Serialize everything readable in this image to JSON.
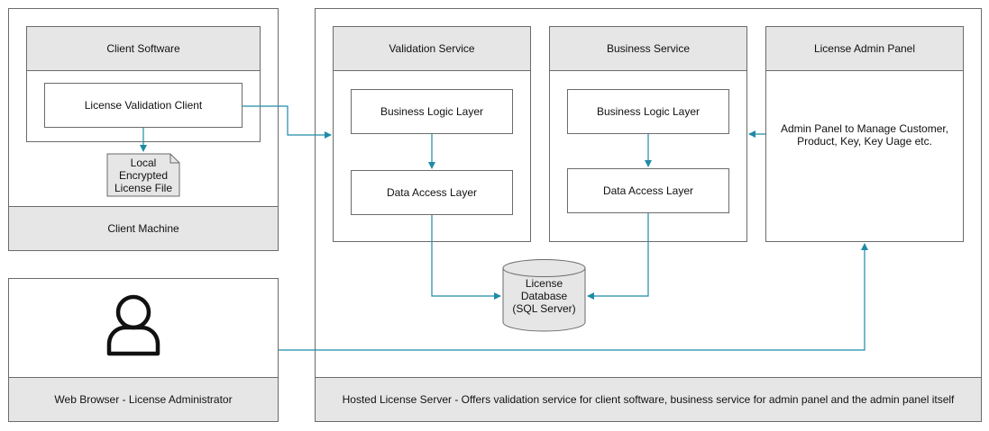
{
  "client_machine": {
    "label": "Client Machine",
    "client_software": {
      "title": "Client Software",
      "component": "License Validation Client"
    },
    "local_file": "Local Encrypted License File"
  },
  "web_browser": {
    "label": "Web Browser - License Administrator",
    "icon": "user-icon"
  },
  "server": {
    "label": "Hosted License Server - Offers validation service for client software, business service for admin panel and the admin panel itself",
    "validation_service": {
      "title": "Validation Service",
      "business_logic": "Business Logic Layer",
      "data_access": "Data Access Layer"
    },
    "business_service": {
      "title": "Business Service",
      "business_logic": "Business Logic Layer",
      "data_access": "Data Access Layer"
    },
    "admin_panel": {
      "title": "License Admin Panel",
      "description": "Admin Panel to Manage Customer, Product, Key, Key Uage etc."
    },
    "database": "License Database (SQL Server)"
  },
  "colors": {
    "border": "#6b6b6b",
    "header_fill": "#e6e6e6",
    "connector": "#1f8aa7",
    "background": "#ffffff"
  }
}
